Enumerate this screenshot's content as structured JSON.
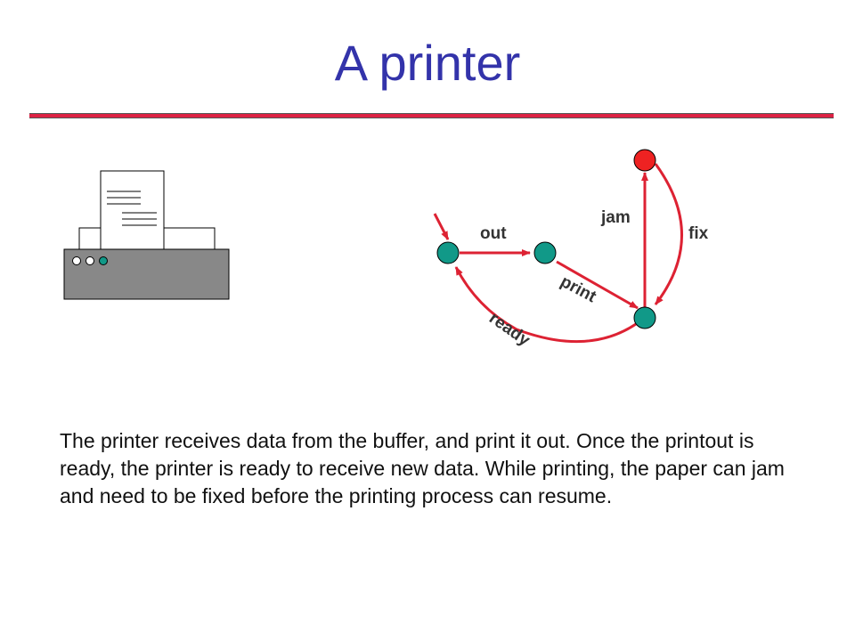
{
  "slide": {
    "title": "A printer",
    "rule_color": "#dd2244",
    "title_color": "#3333aa"
  },
  "diagram": {
    "node_colors": {
      "normal": "#119988",
      "error": "#ee2222"
    },
    "edge_color": "#dd2233",
    "edges": {
      "out": "out",
      "jam": "jam",
      "fix": "fix",
      "print": "print",
      "ready": "ready"
    }
  },
  "description": "The printer receives data from the buffer, and print it out. Once the printout is ready, the printer is ready to receive new data. While printing, the paper can jam and need to be fixed before the printing process can resume."
}
